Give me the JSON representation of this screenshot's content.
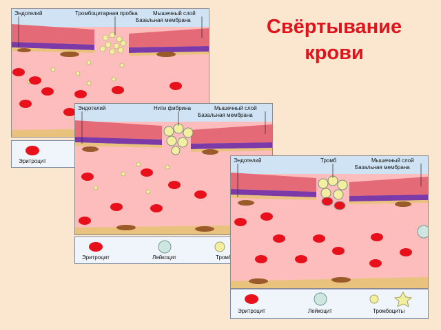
{
  "title_line1": "Свёртывание",
  "title_line2": "крови",
  "panel1": {
    "labels": [
      "Эндотелий",
      "Тромбоцитарная пробка",
      "Мышечный слой",
      "Базальная мембрана"
    ],
    "legend": [
      "Эритроцит"
    ]
  },
  "panel2": {
    "labels": [
      "Эндотелий",
      "Нити фибрина",
      "Мышечный слой",
      "Базальная мембрана"
    ],
    "legend": [
      "Эритроцит",
      "Лейкоцит",
      "Тромб"
    ]
  },
  "panel3": {
    "labels": [
      "Эндотелий",
      "Тромб",
      "Мышечный слой",
      "Базальная мембрана"
    ],
    "legend": [
      "Эритроцит",
      "Лейкоцит",
      "Тромбоциты"
    ]
  },
  "colors": {
    "title": "#e0141d",
    "plasma": "#fdbdbd",
    "erythrocyte": "#e8101a",
    "muscle": "#e46a78",
    "membrane": "#7b3aa8",
    "endothelium": "#9b5a2a",
    "platelet": "#f2f0a0"
  }
}
